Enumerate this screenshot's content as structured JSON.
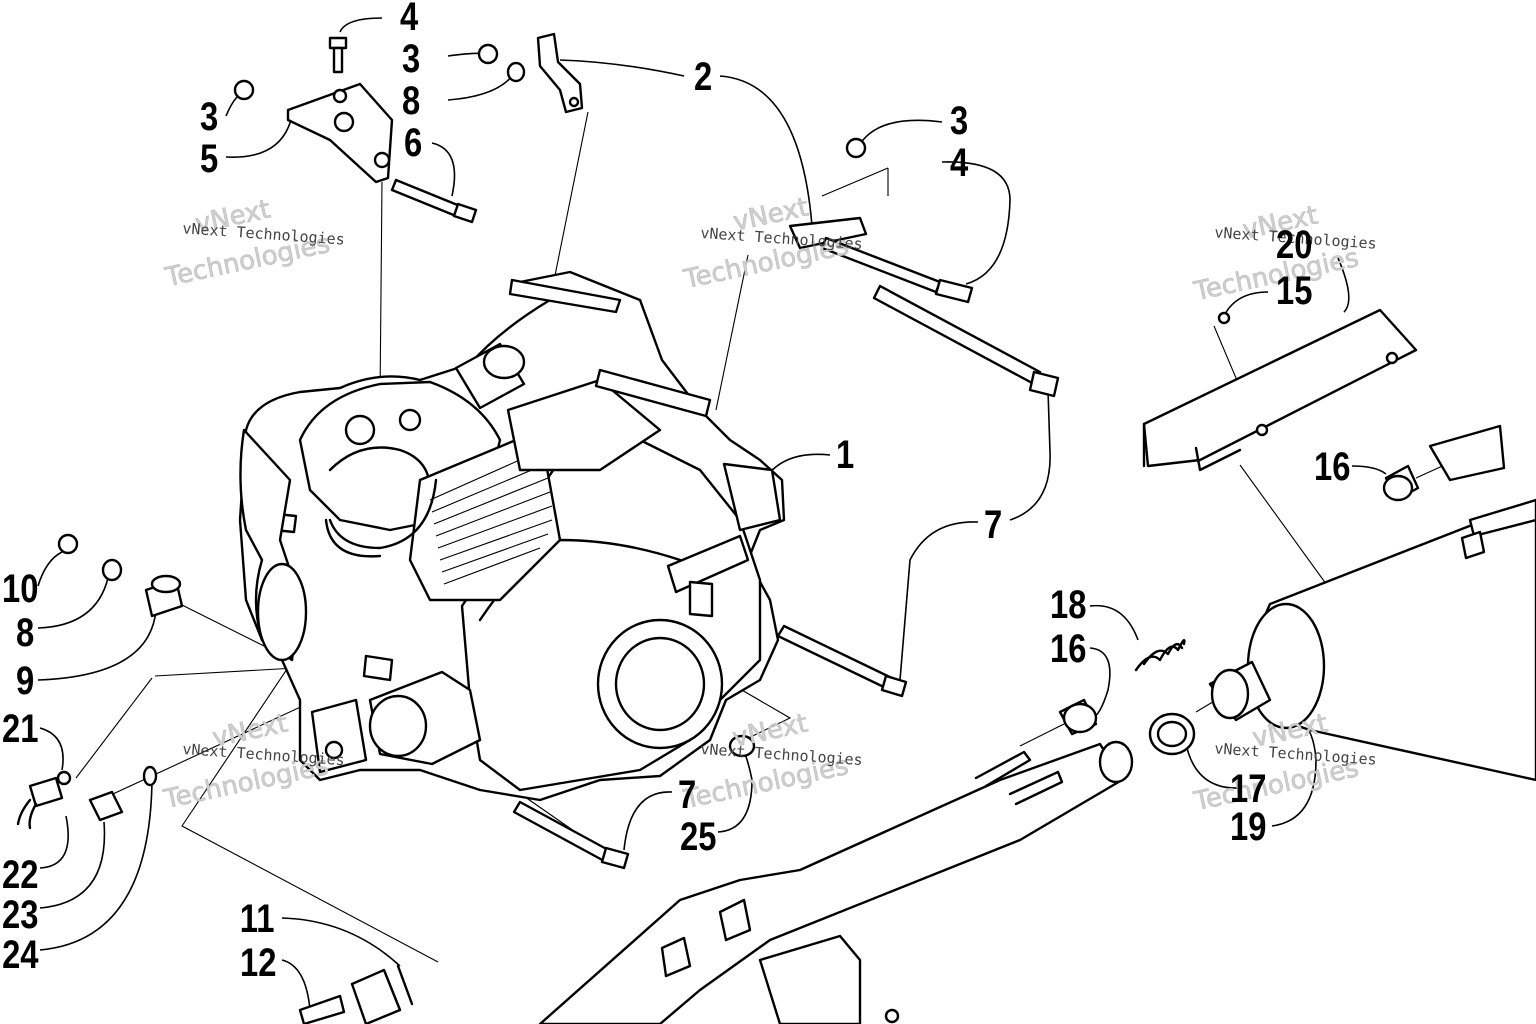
{
  "diagram": {
    "callouts": [
      {
        "id": "c4a",
        "text": "4"
      },
      {
        "id": "c3a",
        "text": "3"
      },
      {
        "id": "c8a",
        "text": "8"
      },
      {
        "id": "c2",
        "text": "2"
      },
      {
        "id": "c3b",
        "text": "3"
      },
      {
        "id": "c5",
        "text": "5"
      },
      {
        "id": "c6",
        "text": "6"
      },
      {
        "id": "c3c",
        "text": "3"
      },
      {
        "id": "c4b",
        "text": "4"
      },
      {
        "id": "c20",
        "text": "20"
      },
      {
        "id": "c15",
        "text": "15"
      },
      {
        "id": "c1",
        "text": "1"
      },
      {
        "id": "c16a",
        "text": "16"
      },
      {
        "id": "c7a",
        "text": "7"
      },
      {
        "id": "c10",
        "text": "10"
      },
      {
        "id": "c8b",
        "text": "8"
      },
      {
        "id": "c9",
        "text": "9"
      },
      {
        "id": "c18",
        "text": "18"
      },
      {
        "id": "c16b",
        "text": "16"
      },
      {
        "id": "c21",
        "text": "21"
      },
      {
        "id": "c7b",
        "text": "7"
      },
      {
        "id": "c25",
        "text": "25"
      },
      {
        "id": "c17",
        "text": "17"
      },
      {
        "id": "c19",
        "text": "19"
      },
      {
        "id": "c22",
        "text": "22"
      },
      {
        "id": "c23",
        "text": "23"
      },
      {
        "id": "c24",
        "text": "24"
      },
      {
        "id": "c11",
        "text": "11"
      },
      {
        "id": "c12",
        "text": "12"
      }
    ],
    "watermark": {
      "brand_line1": "vNext",
      "brand_line2": "Technologies",
      "small_text": "vNext Technologies"
    }
  }
}
